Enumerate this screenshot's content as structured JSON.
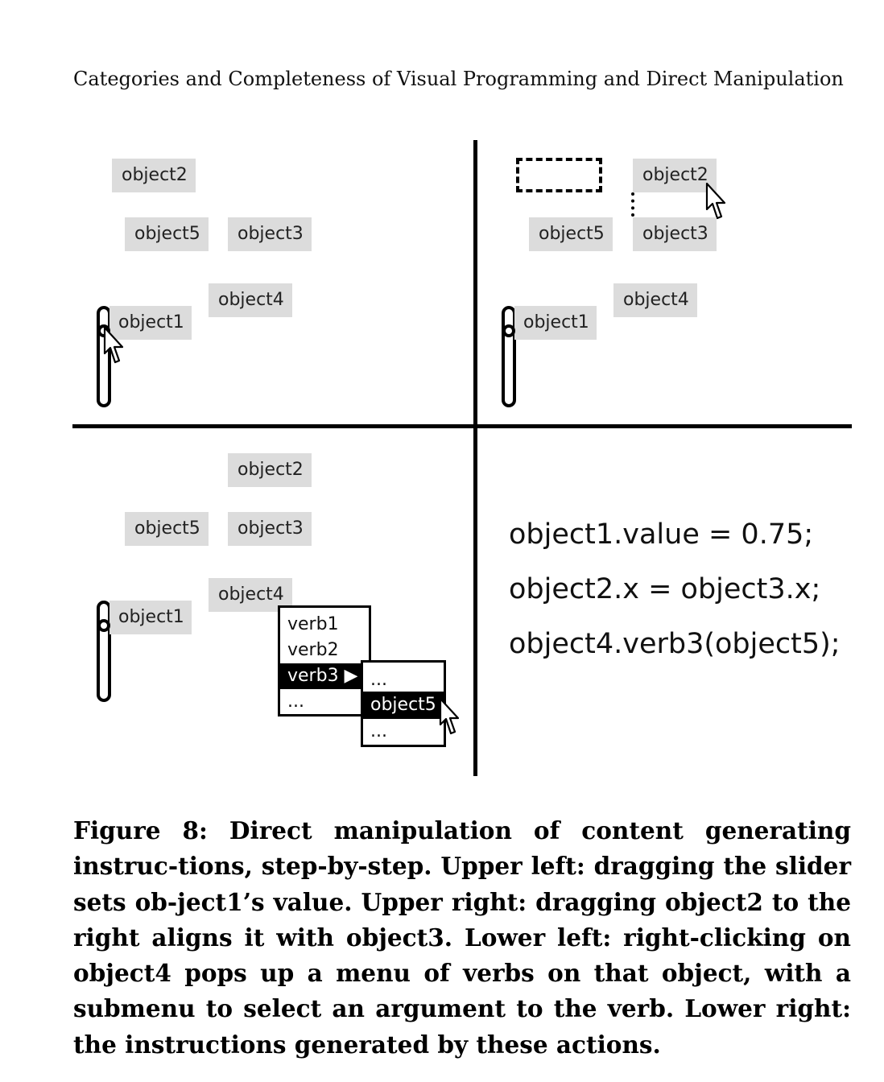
{
  "page_header": "Categories and Completeness of Visual Programming and Direct Manipulation",
  "figure": {
    "upper_left": {
      "object1": "object1",
      "object2": "object2",
      "object3": "object3",
      "object4": "object4",
      "object5": "object5"
    },
    "upper_right": {
      "object1": "object1",
      "object2": "object2",
      "object3": "object3",
      "object4": "object4",
      "object5": "object5"
    },
    "lower_left": {
      "object1": "object1",
      "object2": "object2",
      "object3": "object3",
      "object4": "object4",
      "object5": "object5",
      "menu_items": [
        "verb1",
        "verb2",
        "verb3 ▶",
        "..."
      ],
      "submenu_items": [
        "...",
        "object5",
        "..."
      ]
    },
    "lower_right": {
      "code_lines": [
        "object1.value = 0.75;",
        "object2.x = object3.x;",
        "object4.verb3(object5);"
      ]
    }
  },
  "caption": "Figure 8: Direct manipulation of content generating instruc-tions, step-by-step. Upper left: dragging the slider sets ob-ject1’s value. Upper right: dragging object2 to the right aligns it with object3. Lower left: right-clicking on object4 pops up a menu of verbs on that object, with a submenu to select an argument to the verb. Lower right: the instructions generated by these actions."
}
